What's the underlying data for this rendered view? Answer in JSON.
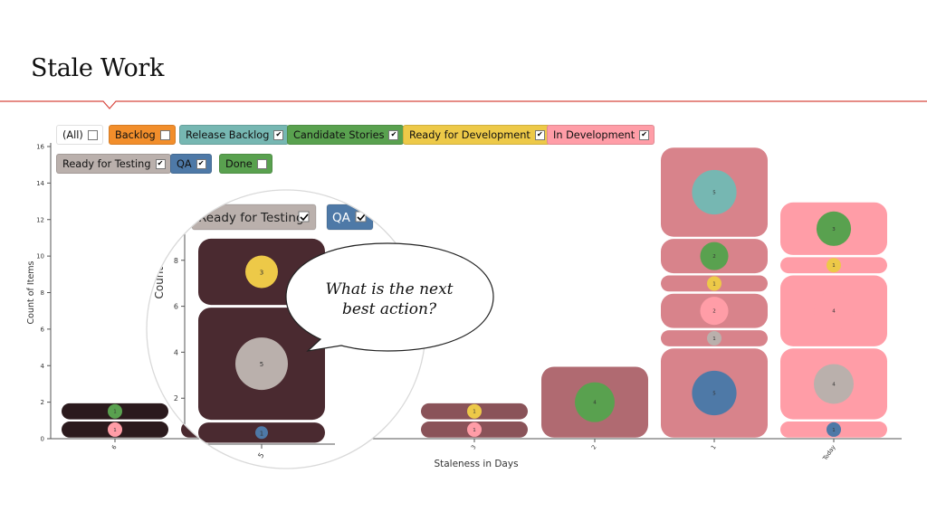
{
  "slide": {
    "title": "Stale Work"
  },
  "colors": {
    "backlog": "#f28e2b",
    "release_backlog": "#76b7b2",
    "candidate_stories": "#59a14f",
    "ready_for_development": "#edc948",
    "in_development": "#ff9da7",
    "ready_for_testing": "#bab0ac",
    "qa": "#4e79a7",
    "done": "#59a14f",
    "accent_line": "#d8473f"
  },
  "filters": [
    {
      "label": "(All)",
      "checked": false,
      "color": "#ffffff"
    },
    {
      "label": "Backlog",
      "checked": false,
      "color": "#f28e2b"
    },
    {
      "label": "Release Backlog",
      "checked": true,
      "color": "#76b7b2"
    },
    {
      "label": "Candidate Stories",
      "checked": true,
      "color": "#59a14f"
    },
    {
      "label": "Ready for Development",
      "checked": true,
      "color": "#edc948"
    },
    {
      "label": "In Development",
      "checked": true,
      "color": "#ff9da7"
    },
    {
      "label": "Ready for Testing",
      "checked": true,
      "color": "#bab0ac"
    },
    {
      "label": "QA",
      "checked": true,
      "color": "#4e79a7"
    },
    {
      "label": "Done",
      "checked": false,
      "color": "#59a14f"
    }
  ],
  "callout": {
    "text_line1": "What is the next",
    "text_line2": "best action?"
  },
  "zoom_filters": [
    {
      "label": "Ready for Testing",
      "checked": true
    },
    {
      "label": "QA",
      "checked": true
    }
  ],
  "zoom_ylabel": "Count of",
  "chart_data": {
    "type": "bar",
    "xlabel": "Staleness in Days",
    "ylabel": "Count of Items",
    "ylim": [
      0,
      16
    ],
    "yticks": [
      0,
      2,
      4,
      6,
      8,
      10,
      12,
      14,
      16
    ],
    "categories": [
      "6",
      "5",
      "3",
      "2",
      "1",
      "Today"
    ],
    "columns": [
      {
        "category": "6",
        "bar_color": "#2b1a1d",
        "segments": [
          {
            "status": "In Development",
            "count": 1,
            "color": "#ff9da7"
          },
          {
            "status": "Candidate Stories",
            "count": 1,
            "color": "#59a14f"
          }
        ]
      },
      {
        "category": "5",
        "bar_color": "#4a2a30",
        "segments": [
          {
            "status": "QA",
            "count": 1,
            "color": "#4e79a7"
          },
          {
            "status": "Ready for Testing",
            "count": 5,
            "color": "#bab0ac"
          },
          {
            "status": "Ready for Development",
            "count": 3,
            "color": "#edc948"
          }
        ]
      },
      {
        "category": "3",
        "bar_color": "#8a5359",
        "segments": [
          {
            "status": "In Development",
            "count": 1,
            "color": "#ff9da7"
          },
          {
            "status": "Ready for Development",
            "count": 1,
            "color": "#edc948"
          }
        ]
      },
      {
        "category": "2",
        "bar_color": "#b06a71",
        "segments": [
          {
            "status": "Candidate Stories",
            "count": 4,
            "color": "#59a14f"
          }
        ]
      },
      {
        "category": "1",
        "bar_color": "#d8838b",
        "segments": [
          {
            "status": "QA",
            "count": 5,
            "color": "#4e79a7"
          },
          {
            "status": "Ready for Testing",
            "count": 1,
            "color": "#bab0ac"
          },
          {
            "status": "In Development",
            "count": 2,
            "color": "#ff9da7"
          },
          {
            "status": "Ready for Development",
            "count": 1,
            "color": "#edc948"
          },
          {
            "status": "Candidate Stories",
            "count": 2,
            "color": "#59a14f"
          },
          {
            "status": "Release Backlog",
            "count": 5,
            "color": "#76b7b2"
          }
        ]
      },
      {
        "category": "Today",
        "bar_color": "#ff9da7",
        "segments": [
          {
            "status": "QA",
            "count": 1,
            "color": "#4e79a7"
          },
          {
            "status": "Ready for Testing",
            "count": 4,
            "color": "#bab0ac"
          },
          {
            "status": "In Development",
            "count": 4,
            "color": "#ff9da7"
          },
          {
            "status": "Ready for Development",
            "count": 1,
            "color": "#edc948"
          },
          {
            "status": "Candidate Stories",
            "count": 3,
            "color": "#59a14f"
          }
        ]
      }
    ]
  }
}
